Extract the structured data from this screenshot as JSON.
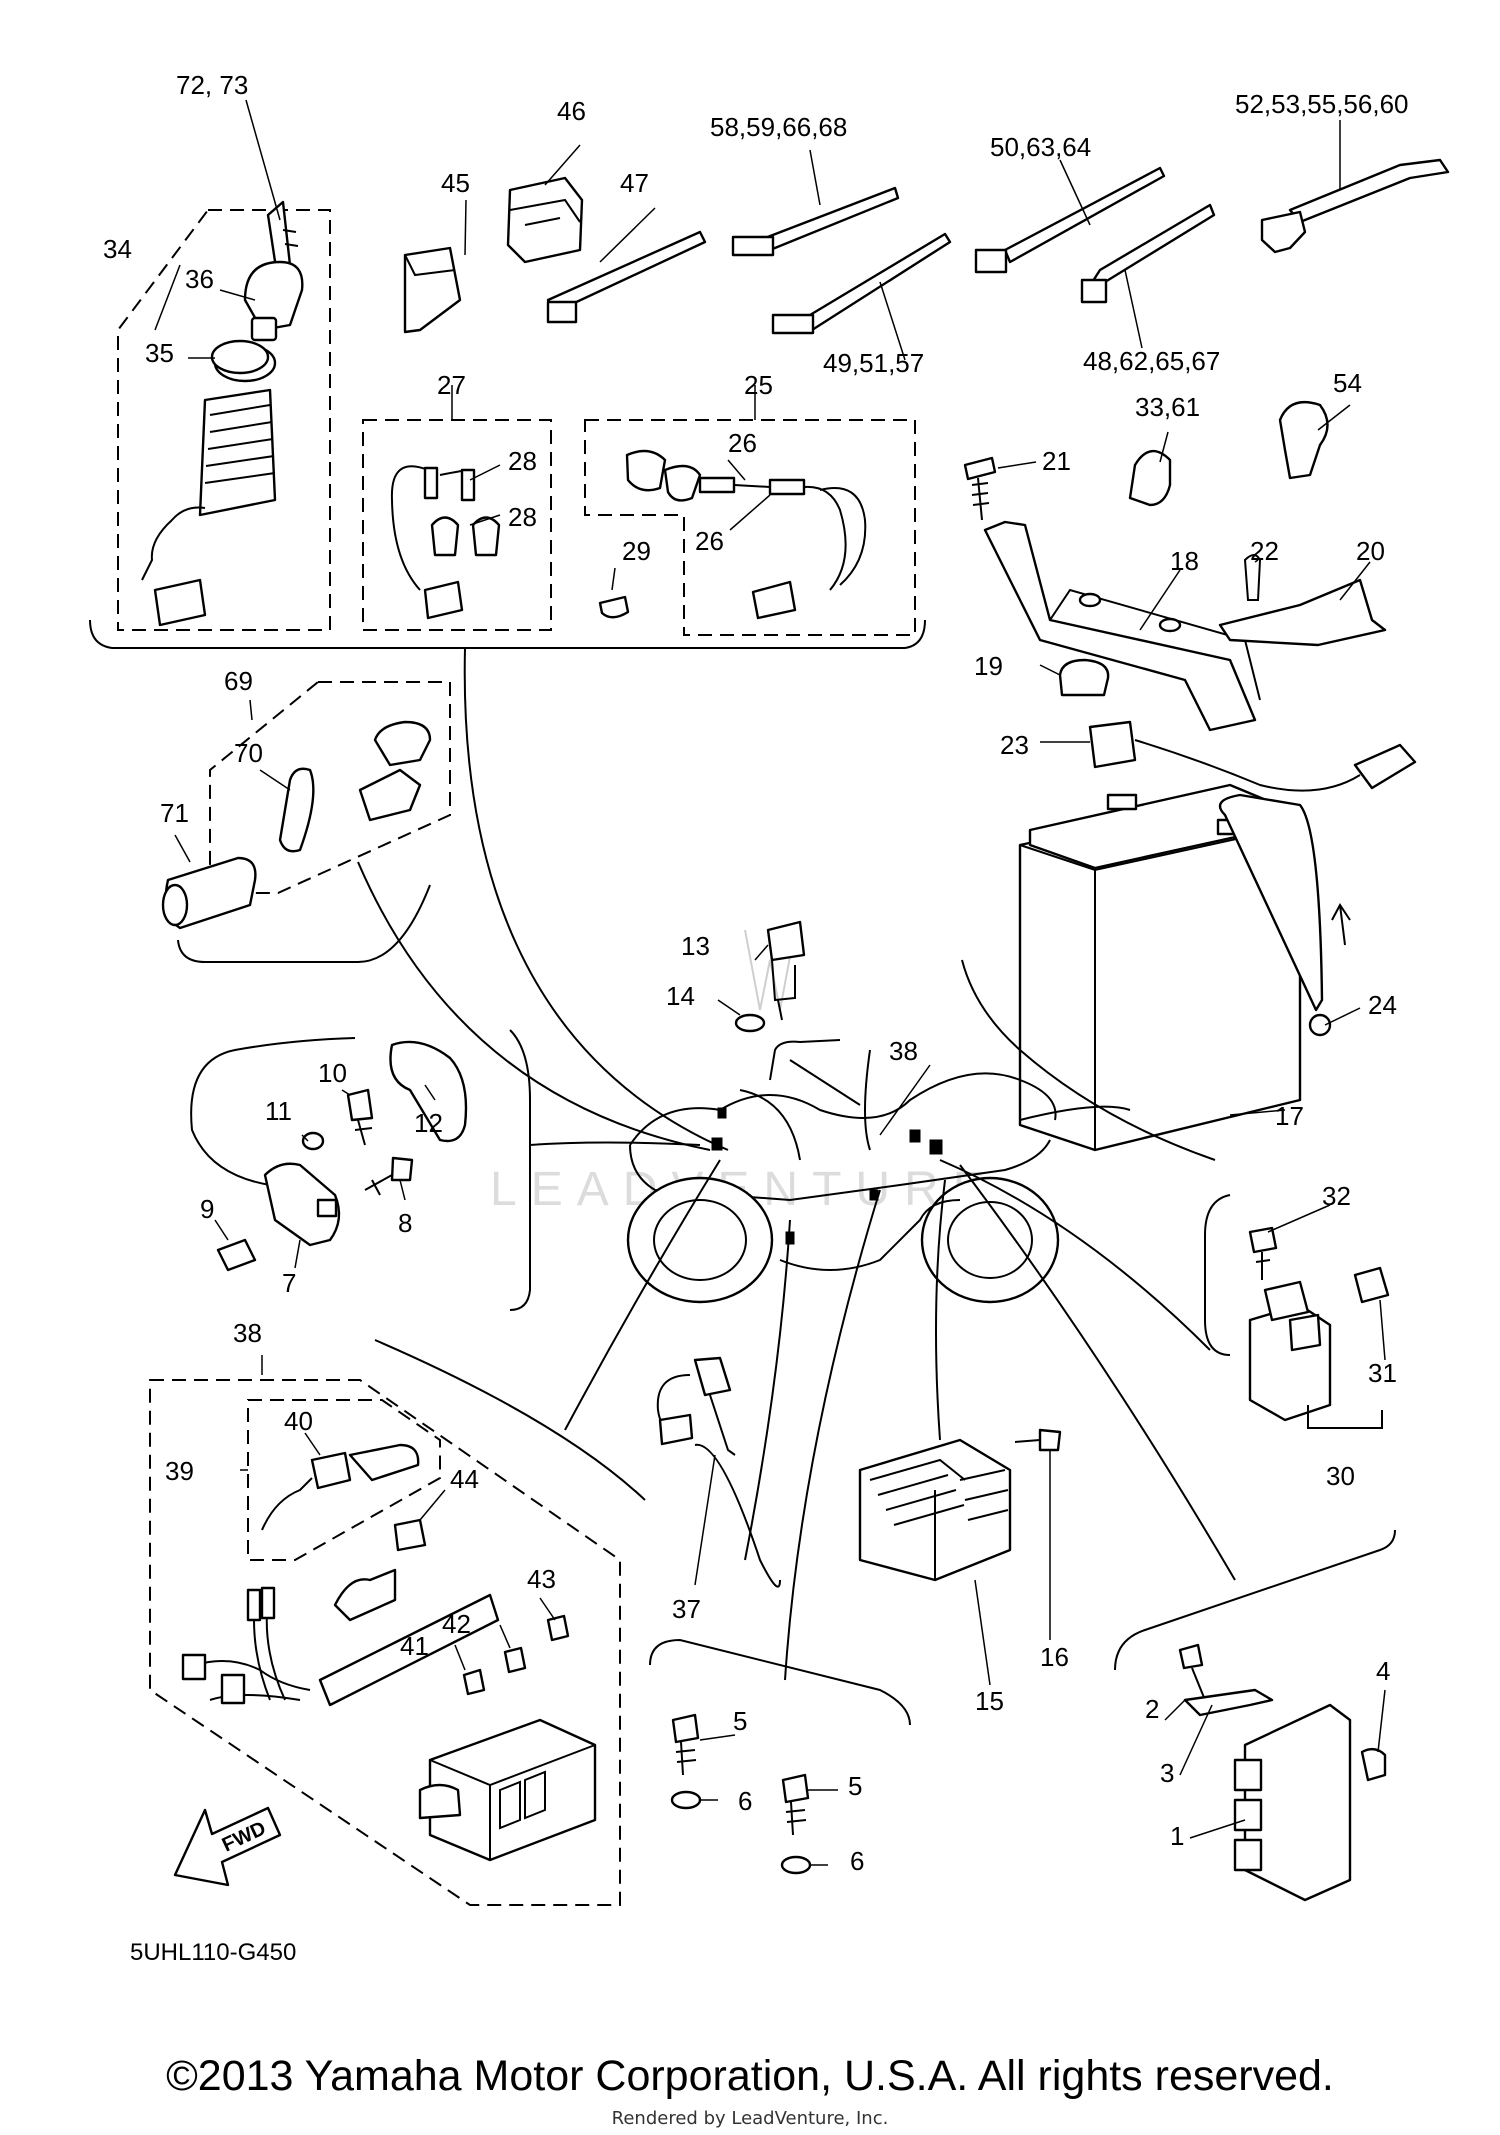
{
  "diagram": {
    "code": "5UHL110-G450",
    "fwd_label": "FWD",
    "watermark_text": "LEADVENTURE",
    "copyright": "©2013 Yamaha Motor Corporation, U.S.A. All rights reserved.",
    "rendered_by": "Rendered by LeadVenture, Inc.",
    "callouts": {
      "c1": "1",
      "c2": "2",
      "c3": "3",
      "c4": "4",
      "c5a": "5",
      "c5b": "5",
      "c6a": "6",
      "c6b": "6",
      "c7": "7",
      "c8": "8",
      "c9": "9",
      "c10": "10",
      "c11": "11",
      "c12": "12",
      "c13": "13",
      "c14": "14",
      "c15": "15",
      "c16": "16",
      "c17": "17",
      "c18": "18",
      "c19": "19",
      "c20": "20",
      "c21": "21",
      "c22": "22",
      "c23": "23",
      "c24": "24",
      "c25": "25",
      "c26a": "26",
      "c26b": "26",
      "c27": "27",
      "c28a": "28",
      "c28b": "28",
      "c29": "29",
      "c30": "30",
      "c31": "31",
      "c32": "32",
      "c3361": "33,61",
      "c34": "34",
      "c35": "35",
      "c36": "36",
      "c37": "37",
      "c38a": "38",
      "c38b": "38",
      "c39": "39",
      "c40": "40",
      "c41": "41",
      "c42": "42",
      "c43": "43",
      "c44": "44",
      "c45": "45",
      "c46": "46",
      "c47": "47",
      "c48": "48,62,65,67",
      "c49": "49,51,57",
      "c50": "50,63,64",
      "c52": "52,53,55,56,60",
      "c54": "54",
      "c58": "58,59,66,68",
      "c69": "69",
      "c70": "70",
      "c71": "71",
      "c7273": "72, 73"
    }
  }
}
